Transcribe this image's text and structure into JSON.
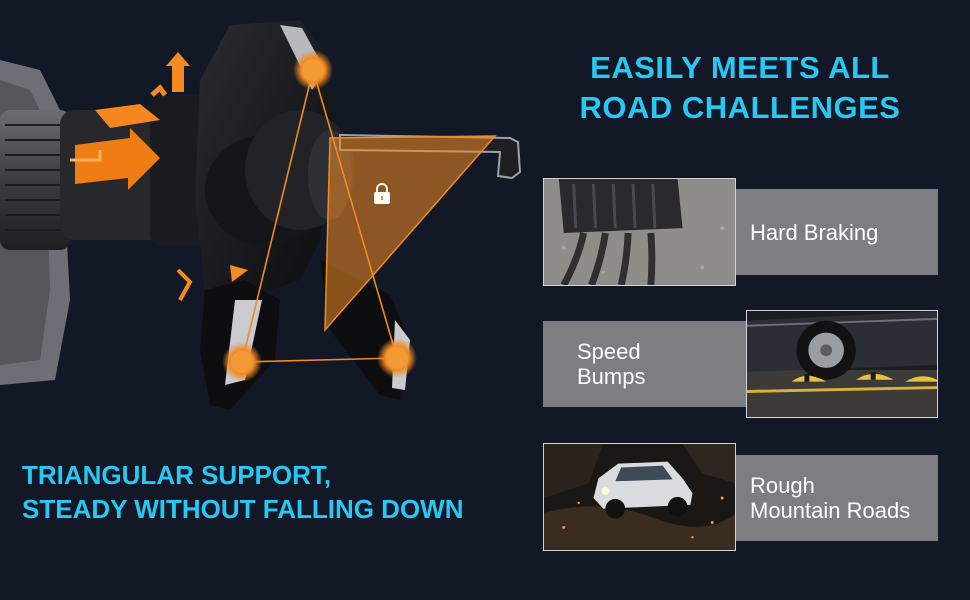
{
  "headline": {
    "line1": "EASILY MEETS ALL",
    "line2": "ROAD CHALLENGES"
  },
  "tagline": {
    "line1": "TRIANGULAR SUPPORT,",
    "line2": "STEADY WITHOUT FALLING DOWN"
  },
  "features": [
    {
      "label": "Hard Braking"
    },
    {
      "label_line1": "Speed",
      "label_line2": "Bumps"
    },
    {
      "label_line1": "Rough",
      "label_line2": "Mountain Roads"
    }
  ],
  "colors": {
    "background": "#121826",
    "accent_cyan": "#27c8f3",
    "accent_orange": "#f08a24",
    "label_gray": "#7d7e82"
  },
  "icons": [
    "lock-icon",
    "rotate-arrow-icon"
  ]
}
